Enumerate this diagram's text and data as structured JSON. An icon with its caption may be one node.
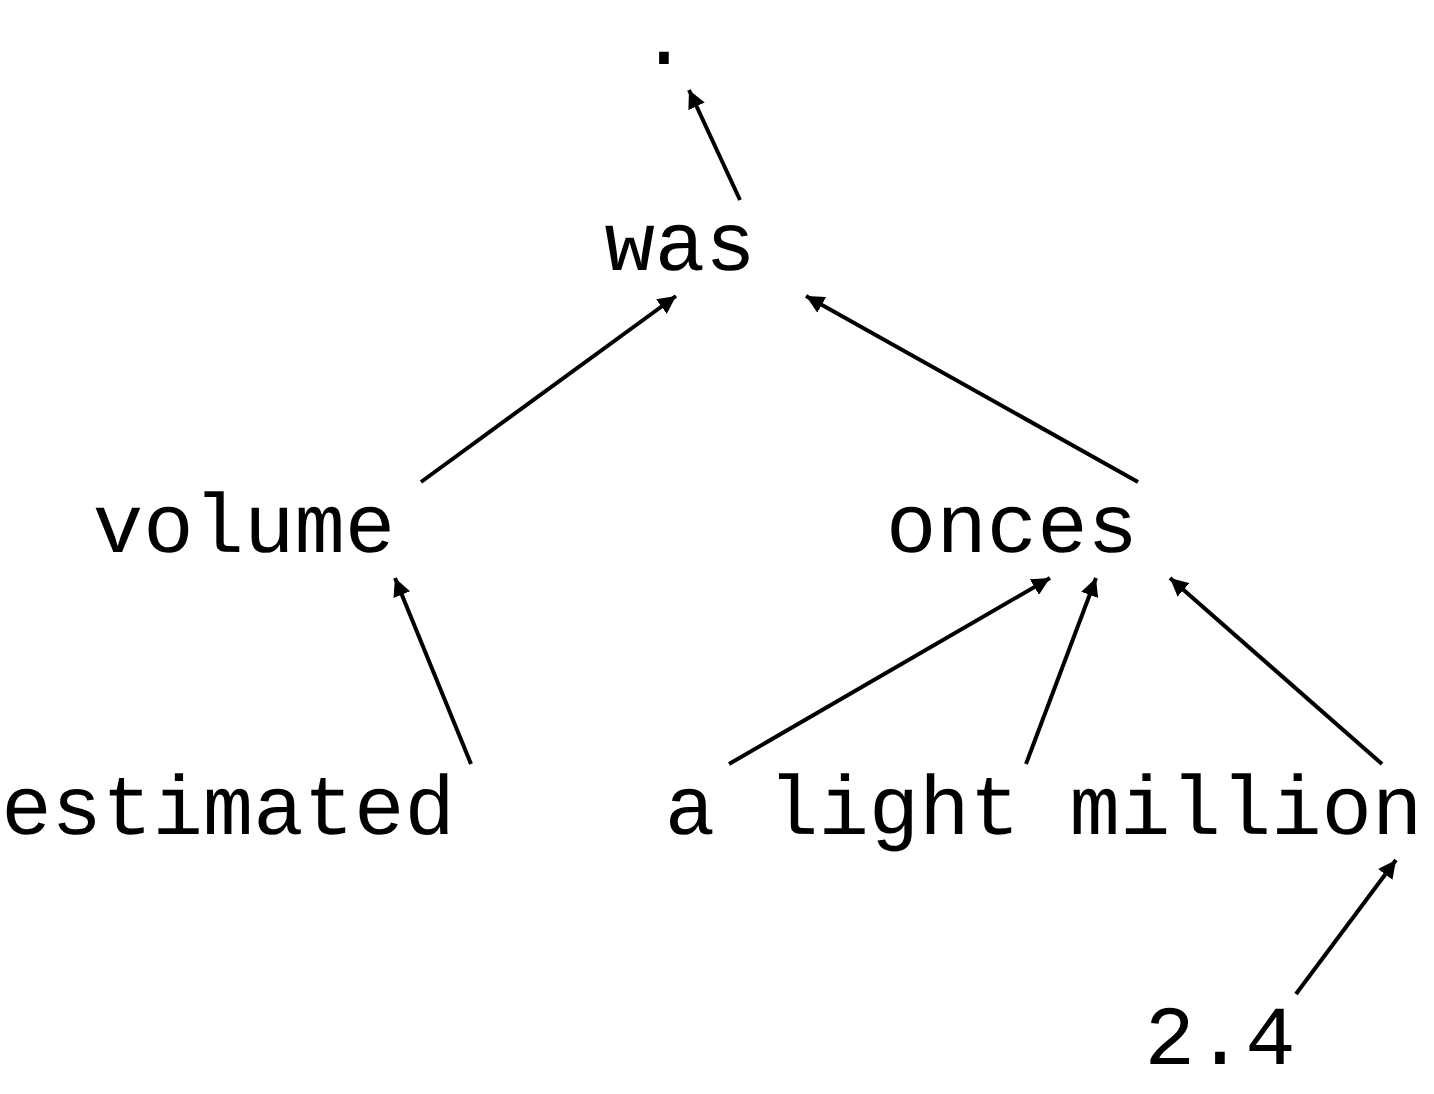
{
  "diagram": {
    "nodes": [
      {
        "text": [
          "."
        ]
      },
      {
        "text": [
          "was"
        ]
      },
      {
        "text": [
          "volume"
        ]
      },
      {
        "text": [
          "onces"
        ]
      },
      {
        "text": [
          "estimated"
        ]
      },
      {
        "text": [
          "a"
        ]
      },
      {
        "text": [
          "light"
        ]
      },
      {
        "text": [
          "million"
        ]
      },
      {
        "text": [
          "2.4"
        ]
      }
    ],
    "edges": [
      {
        "from": 1,
        "to": 0,
        "arrow": "to"
      },
      {
        "from": 2,
        "to": 1,
        "arrow": "to"
      },
      {
        "from": 3,
        "to": 1,
        "arrow": "to"
      },
      {
        "from": 4,
        "to": 2,
        "arrow": "to"
      },
      {
        "from": 5,
        "to": 3,
        "arrow": "to"
      },
      {
        "from": 6,
        "to": 3,
        "arrow": "to"
      },
      {
        "from": 7,
        "to": 3,
        "arrow": "to"
      },
      {
        "from": 8,
        "to": 7,
        "arrow": "to"
      }
    ]
  }
}
